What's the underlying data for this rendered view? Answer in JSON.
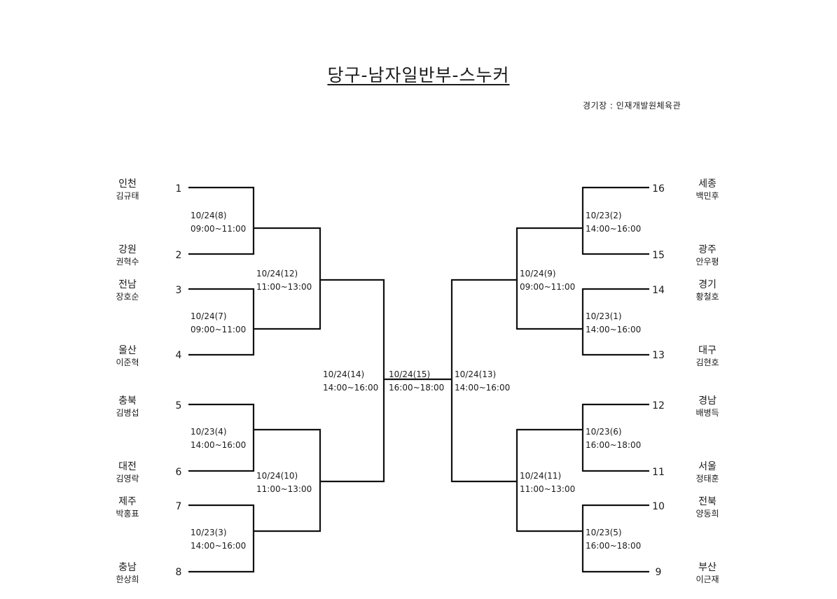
{
  "title": "당구-남자일반부-스누커",
  "venue": "경기장 : 인재개발원체육관",
  "left_teams": [
    {
      "seed": "1",
      "region": "인천",
      "player": "김규태"
    },
    {
      "seed": "2",
      "region": "강원",
      "player": "권혁수"
    },
    {
      "seed": "3",
      "region": "전남",
      "player": "장호순"
    },
    {
      "seed": "4",
      "region": "울산",
      "player": "이준혁"
    },
    {
      "seed": "5",
      "region": "충북",
      "player": "김병섭"
    },
    {
      "seed": "6",
      "region": "대전",
      "player": "김영락"
    },
    {
      "seed": "7",
      "region": "제주",
      "player": "박홍표"
    },
    {
      "seed": "8",
      "region": "충남",
      "player": "한상희"
    }
  ],
  "right_teams": [
    {
      "seed": "16",
      "region": "세종",
      "player": "백민후"
    },
    {
      "seed": "15",
      "region": "광주",
      "player": "안우평"
    },
    {
      "seed": "14",
      "region": "경기",
      "player": "황철호"
    },
    {
      "seed": "13",
      "region": "대구",
      "player": "김현호"
    },
    {
      "seed": "12",
      "region": "경남",
      "player": "배병득"
    },
    {
      "seed": "11",
      "region": "서울",
      "player": "정태훈"
    },
    {
      "seed": "10",
      "region": "전북",
      "player": "양동희"
    },
    {
      "seed": "9",
      "region": "부산",
      "player": "이근재"
    }
  ],
  "matches": {
    "l_r1_a": {
      "date": "10/24(8)",
      "time": "09:00~11:00"
    },
    "l_r1_b": {
      "date": "10/24(7)",
      "time": "09:00~11:00"
    },
    "l_r1_c": {
      "date": "10/23(4)",
      "time": "14:00~16:00"
    },
    "l_r1_d": {
      "date": "10/23(3)",
      "time": "14:00~16:00"
    },
    "l_r2_top": {
      "date": "10/24(12)",
      "time": "11:00~13:00"
    },
    "l_r2_bot": {
      "date": "10/24(10)",
      "time": "11:00~13:00"
    },
    "l_semi": {
      "date": "10/24(14)",
      "time": "14:00~16:00"
    },
    "final": {
      "date": "10/24(15)",
      "time": "16:00~18:00"
    },
    "r_semi": {
      "date": "10/24(13)",
      "time": "14:00~16:00"
    },
    "r_r2_top": {
      "date": "10/24(9)",
      "time": "09:00~11:00"
    },
    "r_r2_bot": {
      "date": "10/24(11)",
      "time": "11:00~13:00"
    },
    "r_r1_a": {
      "date": "10/23(2)",
      "time": "14:00~16:00"
    },
    "r_r1_b": {
      "date": "10/23(1)",
      "time": "14:00~16:00"
    },
    "r_r1_c": {
      "date": "10/23(6)",
      "time": "16:00~18:00"
    },
    "r_r1_d": {
      "date": "10/23(5)",
      "time": "16:00~18:00"
    }
  }
}
